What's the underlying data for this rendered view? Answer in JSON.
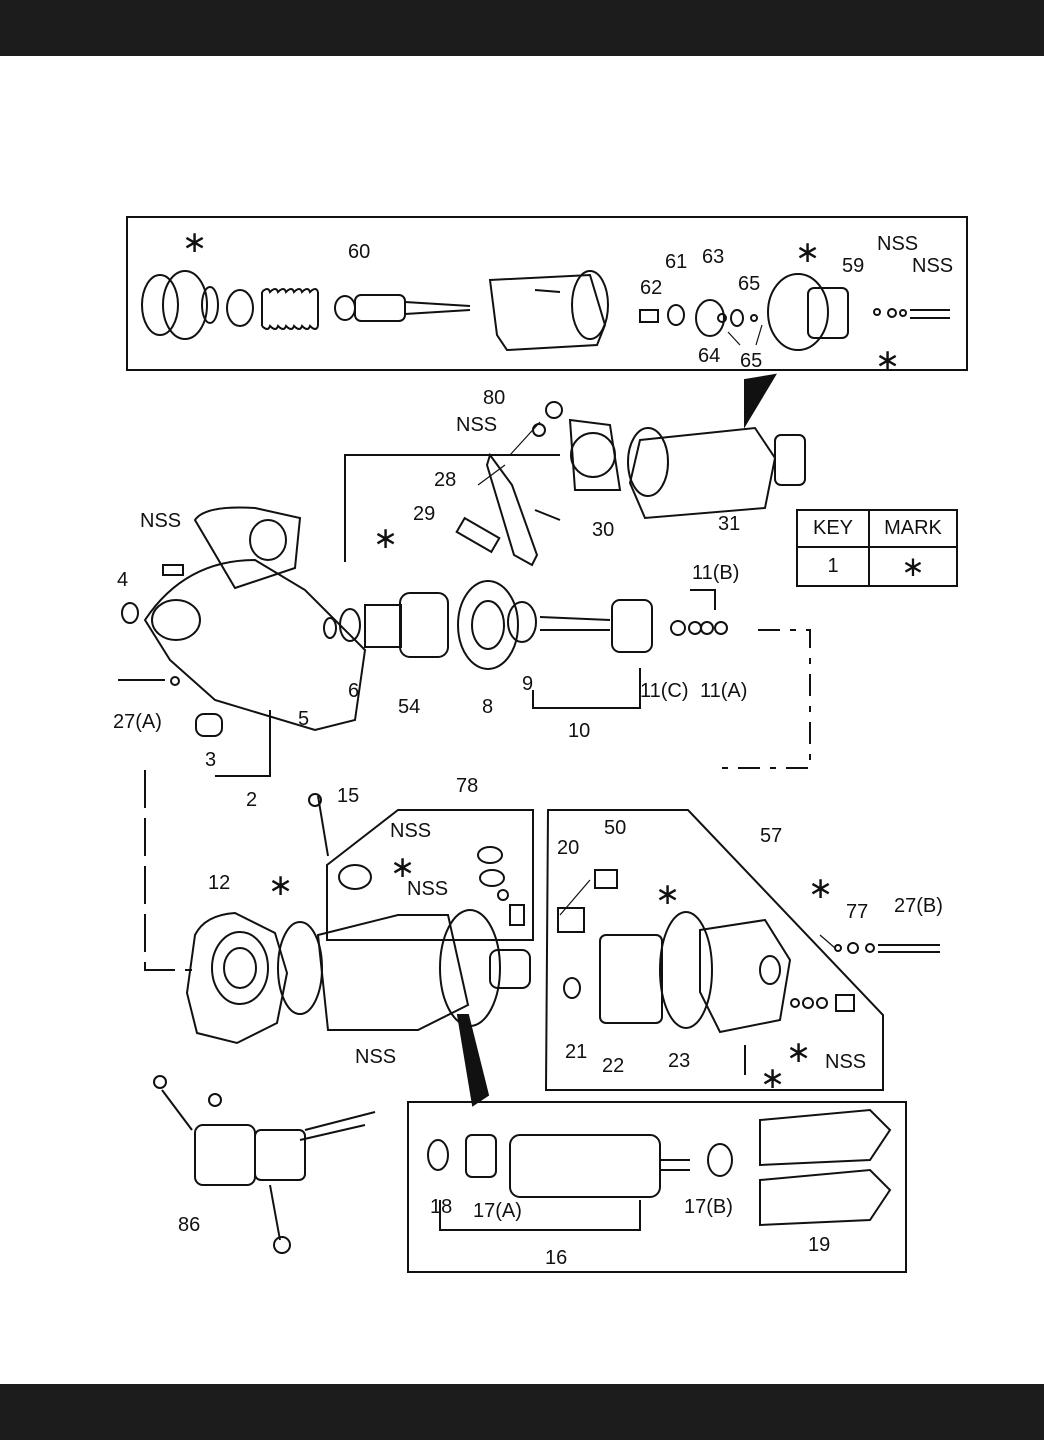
{
  "labels": {
    "star": "∗",
    "nss": "NSS",
    "p2": "2",
    "p3": "3",
    "p4": "4",
    "p5": "5",
    "p6": "6",
    "p8": "8",
    "p9": "9",
    "p10": "10",
    "p11a": "11(A)",
    "p11b": "11(B)",
    "p11c": "11(C)",
    "p12": "12",
    "p15": "15",
    "p16": "16",
    "p17a": "17(A)",
    "p17b": "17(B)",
    "p18": "18",
    "p19": "19",
    "p20": "20",
    "p21": "21",
    "p22": "22",
    "p23": "23",
    "p27a": "27(A)",
    "p27b": "27(B)",
    "p28": "28",
    "p29": "29",
    "p30": "30",
    "p31": "31",
    "p50": "50",
    "p54": "54",
    "p57": "57",
    "p59": "59",
    "p60": "60",
    "p61": "61",
    "p62": "62",
    "p63": "63",
    "p64": "64",
    "p65": "65",
    "p77": "77",
    "p78": "78",
    "p80": "80",
    "p86": "86"
  },
  "key_table": {
    "key_header": "KEY",
    "mark_header": "MARK",
    "key_value": "1",
    "mark_value": "∗"
  }
}
